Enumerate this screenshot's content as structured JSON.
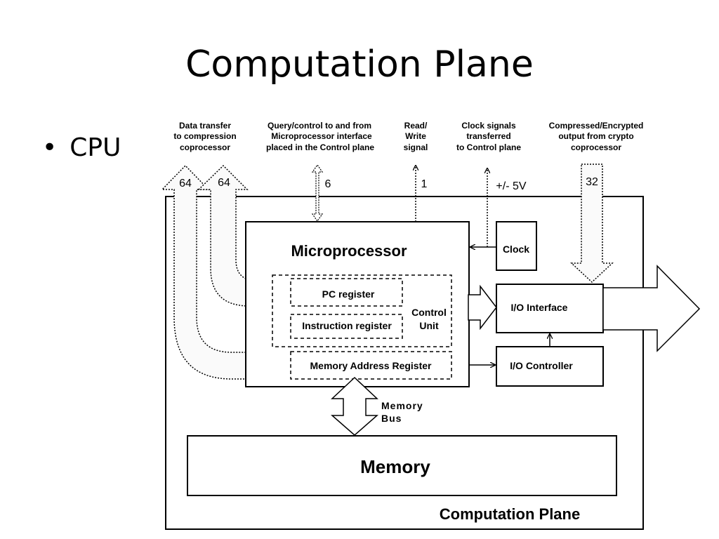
{
  "slide": {
    "title": "Computation Plane",
    "bullets": [
      "CPU"
    ]
  },
  "diagram": {
    "captions": {
      "data_transfer": [
        "Data transfer",
        "to compression",
        "coprocessor"
      ],
      "query_control": [
        "Query/control to and from",
        "Microprocessor interface",
        "placed  in the Control plane"
      ],
      "read_write": [
        "Read/",
        "Write",
        "signal"
      ],
      "clock_signals": [
        "Clock signals",
        "transferred",
        "to Control plane"
      ],
      "compressed_output": [
        "Compressed/Encrypted",
        "output from crypto",
        "coprocessor"
      ]
    },
    "widths": {
      "data_a": "64",
      "data_b": "64",
      "query": "6",
      "read_write": "1",
      "voltage": "+/- 5V",
      "compressed": "32"
    },
    "blocks": {
      "microprocessor": "Microprocessor",
      "clock": "Clock",
      "pc_register": "PC register",
      "instruction_register": "Instruction register",
      "control_unit": [
        "Control",
        "Unit"
      ],
      "memory_address_register": "Memory Address Register",
      "io_interface": "I/O Interface",
      "io_controller": "I/O Controller",
      "memory_bus": [
        "Memory",
        "Bus"
      ],
      "memory": "Memory",
      "computation_plane": "Computation Plane"
    }
  }
}
